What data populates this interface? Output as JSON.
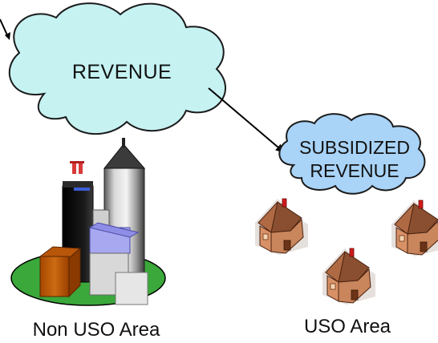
{
  "diagram": {
    "revenue_cloud": {
      "label": "REVENUE"
    },
    "subsidized_cloud": {
      "line1": "SUBSIDIZED",
      "line2": "REVENUE"
    },
    "non_uso_area": {
      "label": "Non USO Area"
    },
    "uso_area": {
      "label": "USO Area"
    },
    "colors": {
      "cloud_revenue_fill": "#c6f2f2",
      "cloud_subsidized_fill": "#a9d3f7",
      "ground_ellipse": "#3aa83a",
      "roof": "#8a4f30",
      "wall": "#c9855c"
    }
  }
}
